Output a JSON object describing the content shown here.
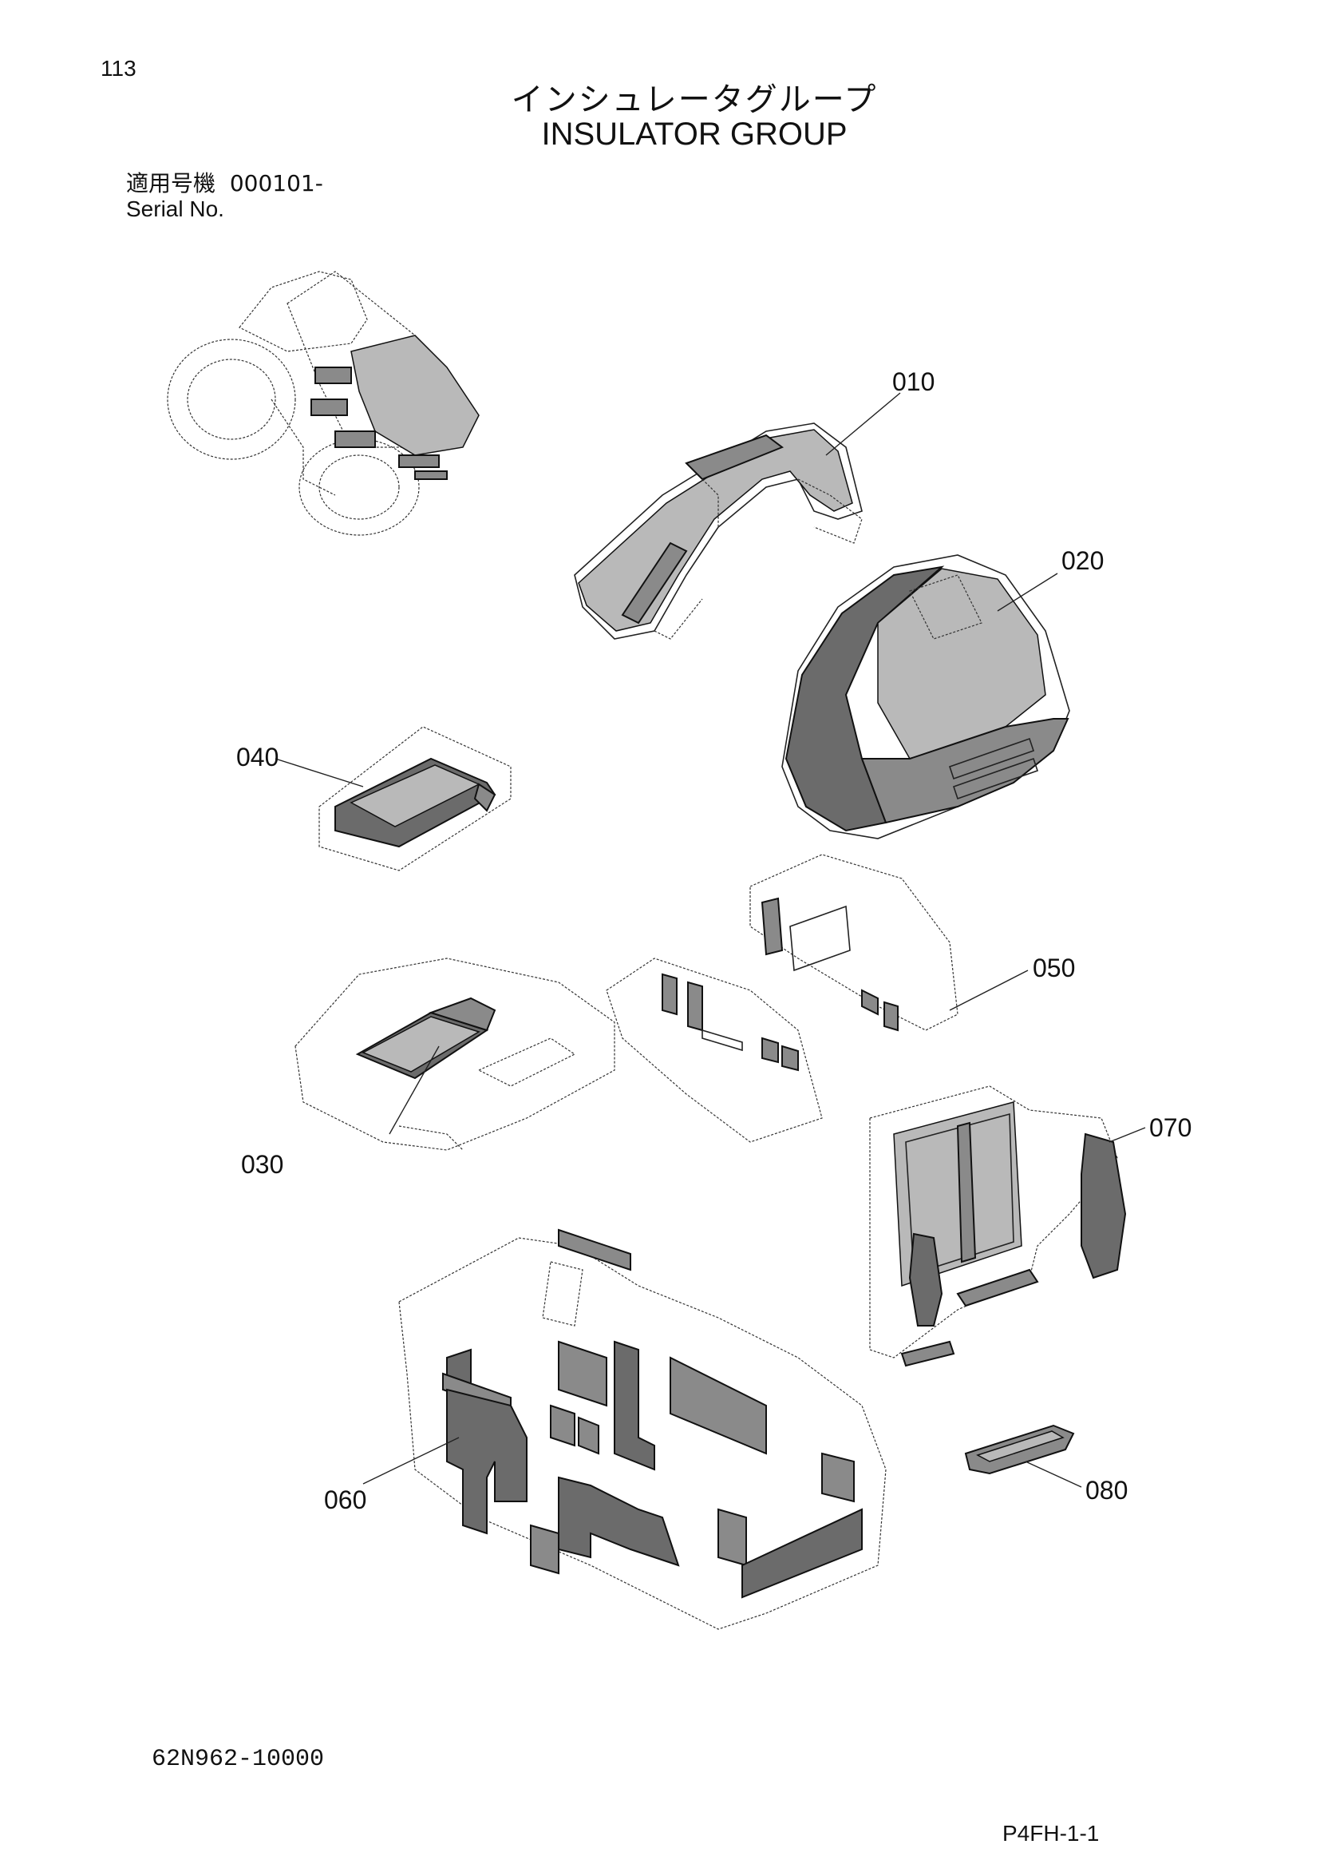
{
  "header": {
    "page_number": "113",
    "title_jp": "インシュレータグループ",
    "title_en": "INSULATOR GROUP",
    "serial_label_jp": "適用号機",
    "serial_value": "000101-",
    "serial_label_en": "Serial No."
  },
  "callouts": [
    {
      "id": "010",
      "label": "010"
    },
    {
      "id": "020",
      "label": "020"
    },
    {
      "id": "030",
      "label": "030"
    },
    {
      "id": "040",
      "label": "040"
    },
    {
      "id": "050",
      "label": "050"
    },
    {
      "id": "060",
      "label": "060"
    },
    {
      "id": "070",
      "label": "070"
    },
    {
      "id": "080",
      "label": "080"
    }
  ],
  "footer": {
    "part_number": "62N962-10000",
    "page_code": "P4FH-1-1"
  }
}
